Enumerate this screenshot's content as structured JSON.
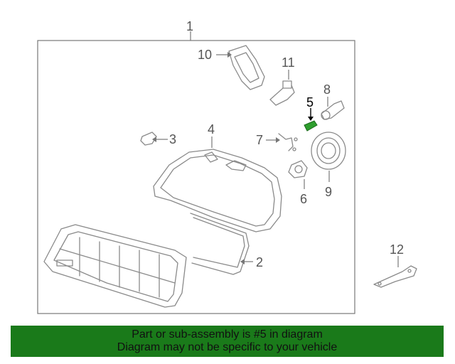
{
  "diagram": {
    "callouts": [
      {
        "id": "1",
        "label": "1",
        "highlighted": false
      },
      {
        "id": "2",
        "label": "2",
        "highlighted": false
      },
      {
        "id": "3",
        "label": "3",
        "highlighted": false
      },
      {
        "id": "4",
        "label": "4",
        "highlighted": false
      },
      {
        "id": "5",
        "label": "5",
        "highlighted": true
      },
      {
        "id": "6",
        "label": "6",
        "highlighted": false
      },
      {
        "id": "7",
        "label": "7",
        "highlighted": false
      },
      {
        "id": "8",
        "label": "8",
        "highlighted": false
      },
      {
        "id": "9",
        "label": "9",
        "highlighted": false
      },
      {
        "id": "10",
        "label": "10",
        "highlighted": false
      },
      {
        "id": "11",
        "label": "11",
        "highlighted": false
      },
      {
        "id": "12",
        "label": "12",
        "highlighted": false
      }
    ],
    "colors": {
      "part_line": "#8a8a8a",
      "highlight_part": "#2e9e2e",
      "banner_bg": "#1a7a1a"
    }
  },
  "banner": {
    "line1": "Part or sub-assembly is #5 in diagram",
    "line2": "Diagram may not be specific to your vehicle"
  }
}
